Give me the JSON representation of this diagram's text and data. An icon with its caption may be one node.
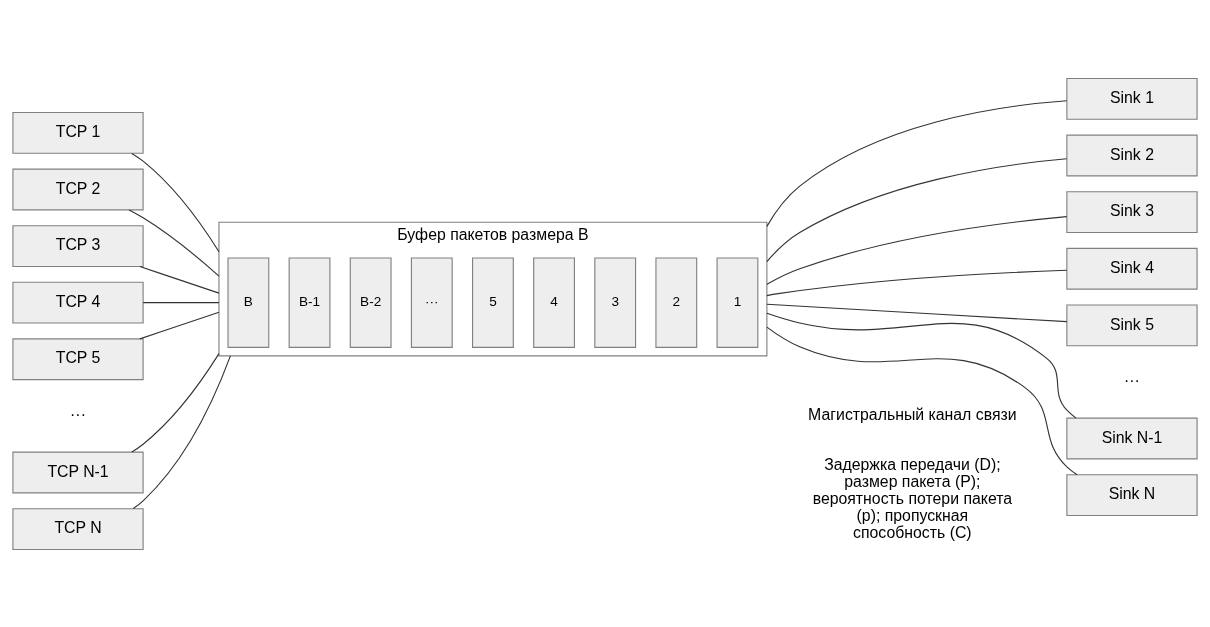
{
  "diagram": {
    "nodes": [
      {
        "text": [
          "TCP 1"
        ]
      },
      {
        "text": [
          "TCP 2"
        ]
      },
      {
        "text": [
          "TCP 3"
        ]
      },
      {
        "text": [
          "TCP 4"
        ]
      },
      {
        "text": [
          "TCP 5"
        ]
      },
      {
        "text": [
          "TCP N-1"
        ]
      },
      {
        "text": [
          "TCP N"
        ]
      },
      {
        "text": [
          "Буфер пакетов размера B"
        ]
      },
      {
        "text": [
          "B"
        ],
        "in": 7
      },
      {
        "text": [
          "B-1"
        ],
        "in": 7
      },
      {
        "text": [
          "B-2"
        ],
        "in": 7
      },
      {
        "text": [
          "···"
        ],
        "in": 7
      },
      {
        "text": [
          "5"
        ],
        "in": 7
      },
      {
        "text": [
          "4"
        ],
        "in": 7
      },
      {
        "text": [
          "3"
        ],
        "in": 7
      },
      {
        "text": [
          "2"
        ],
        "in": 7
      },
      {
        "text": [
          "1"
        ],
        "in": 7
      },
      {
        "text": [
          "Sink 1"
        ]
      },
      {
        "text": [
          "Sink 2"
        ]
      },
      {
        "text": [
          "Sink 3"
        ]
      },
      {
        "text": [
          "Sink 4"
        ]
      },
      {
        "text": [
          "Sink 5"
        ]
      },
      {
        "text": [
          "Sink N-1"
        ]
      },
      {
        "text": [
          "Sink N"
        ]
      }
    ],
    "edges": [
      {
        "from": 0,
        "to": 7,
        "arrow": "none"
      },
      {
        "from": 1,
        "to": 7,
        "arrow": "none"
      },
      {
        "from": 2,
        "to": 7,
        "arrow": "none"
      },
      {
        "from": 3,
        "to": 7,
        "arrow": "none"
      },
      {
        "from": 4,
        "to": 7,
        "arrow": "none"
      },
      {
        "from": 5,
        "to": 7,
        "arrow": "none"
      },
      {
        "from": 6,
        "to": 7,
        "arrow": "none"
      },
      {
        "from": 7,
        "to": 17,
        "arrow": "none"
      },
      {
        "from": 7,
        "to": 18,
        "arrow": "none"
      },
      {
        "from": 7,
        "to": 19,
        "arrow": "none"
      },
      {
        "from": 7,
        "to": 20,
        "arrow": "none"
      },
      {
        "from": 7,
        "to": 21,
        "arrow": "none"
      },
      {
        "from": 7,
        "to": 22,
        "arrow": "none"
      },
      {
        "from": 7,
        "to": 23,
        "arrow": "none"
      }
    ],
    "labels": [
      "···",
      "···",
      "Магистральный канал связи",
      "Задержка передачи (D); размер пакета (P); вероятность потери пакета (p); пропускная способность (C)"
    ]
  }
}
